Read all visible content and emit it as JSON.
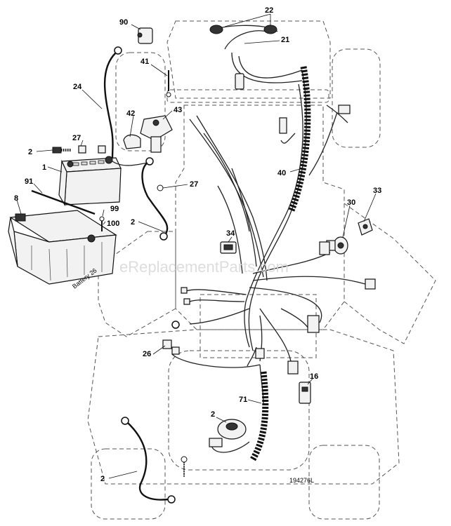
{
  "diagram": {
    "callouts": [
      {
        "id": "c22",
        "text": "22"
      },
      {
        "id": "c90",
        "text": "90"
      },
      {
        "id": "c21",
        "text": "21"
      },
      {
        "id": "c41",
        "text": "41"
      },
      {
        "id": "c24",
        "text": "24"
      },
      {
        "id": "c43",
        "text": "43"
      },
      {
        "id": "c42",
        "text": "42"
      },
      {
        "id": "c27a",
        "text": "27"
      },
      {
        "id": "c2a",
        "text": "2"
      },
      {
        "id": "c1",
        "text": "1"
      },
      {
        "id": "c40",
        "text": "40"
      },
      {
        "id": "c27b",
        "text": "27"
      },
      {
        "id": "c91",
        "text": "91"
      },
      {
        "id": "c33",
        "text": "33"
      },
      {
        "id": "c8",
        "text": "8"
      },
      {
        "id": "c30",
        "text": "30"
      },
      {
        "id": "c99",
        "text": "99"
      },
      {
        "id": "c2b",
        "text": "2"
      },
      {
        "id": "c100",
        "text": "100"
      },
      {
        "id": "c34",
        "text": "34"
      },
      {
        "id": "c26",
        "text": "26"
      },
      {
        "id": "c16",
        "text": "16"
      },
      {
        "id": "c71",
        "text": "71"
      },
      {
        "id": "c2c",
        "text": "2"
      },
      {
        "id": "c2d",
        "text": "2"
      }
    ],
    "battery_tray_label": "Battery 26",
    "drawing_number": "194276L",
    "watermark": "eReplacementParts.com"
  }
}
